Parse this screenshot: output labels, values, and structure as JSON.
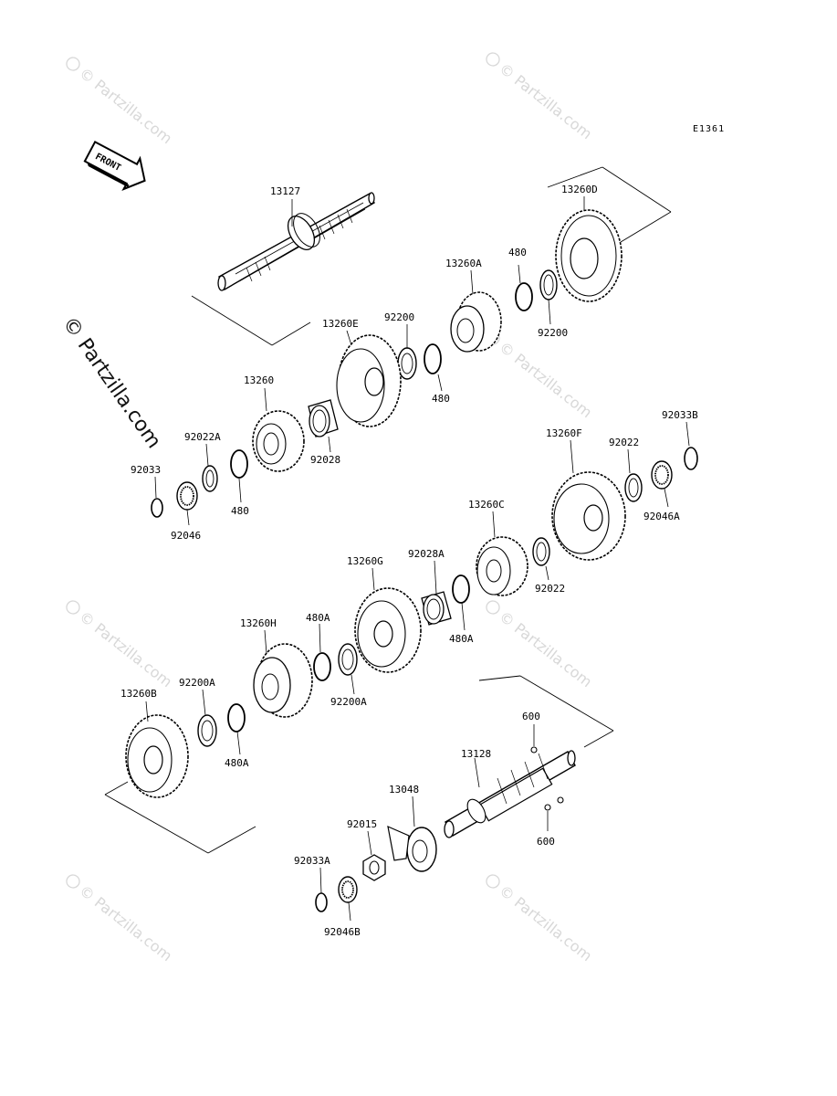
{
  "diagram": {
    "ref_code": "E1361",
    "front_label": "FRONT",
    "side_watermark": "© Partzilla.com",
    "watermark": "© Partzilla.com",
    "parts": [
      {
        "id": "13127",
        "label": "13127"
      },
      {
        "id": "13260D",
        "label": "13260D"
      },
      {
        "id": "480",
        "label": "480"
      },
      {
        "id": "13260A",
        "label": "13260A"
      },
      {
        "id": "92200",
        "label": "92200"
      },
      {
        "id": "13260E",
        "label": "13260E"
      },
      {
        "id": "13260",
        "label": "13260"
      },
      {
        "id": "92022A",
        "label": "92022A"
      },
      {
        "id": "92033",
        "label": "92033"
      },
      {
        "id": "92046",
        "label": "92046"
      },
      {
        "id": "92028",
        "label": "92028"
      },
      {
        "id": "92033B",
        "label": "92033B"
      },
      {
        "id": "13260F",
        "label": "13260F"
      },
      {
        "id": "92022",
        "label": "92022"
      },
      {
        "id": "92046A",
        "label": "92046A"
      },
      {
        "id": "13260C",
        "label": "13260C"
      },
      {
        "id": "92028A",
        "label": "92028A"
      },
      {
        "id": "13260G",
        "label": "13260G"
      },
      {
        "id": "480A",
        "label": "480A"
      },
      {
        "id": "13260H",
        "label": "13260H"
      },
      {
        "id": "92200A",
        "label": "92200A"
      },
      {
        "id": "13260B",
        "label": "13260B"
      },
      {
        "id": "600",
        "label": "600"
      },
      {
        "id": "13128",
        "label": "13128"
      },
      {
        "id": "13048",
        "label": "13048"
      },
      {
        "id": "92015",
        "label": "92015"
      },
      {
        "id": "92033A",
        "label": "92033A"
      },
      {
        "id": "92046B",
        "label": "92046B"
      }
    ]
  }
}
